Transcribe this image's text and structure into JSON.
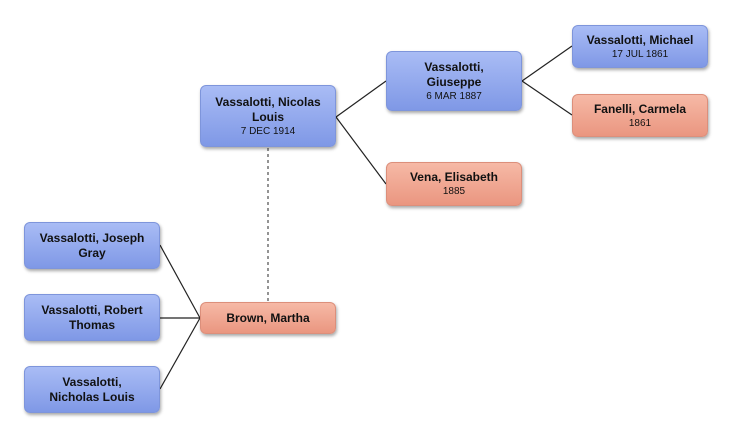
{
  "people": {
    "nicolas": {
      "name": "Vassalotti, Nicolas Louis",
      "date": "7 DEC 1914"
    },
    "giuseppe": {
      "name": "Vassalotti, Giuseppe",
      "date": "6 MAR 1887"
    },
    "michael": {
      "name": "Vassalotti, Michael",
      "date": "17 JUL 1861"
    },
    "carmela": {
      "name": "Fanelli, Carmela",
      "date": "1861"
    },
    "elisabeth": {
      "name": "Vena, Elisabeth",
      "date": "1885"
    },
    "martha": {
      "name": "Brown, Martha"
    },
    "joseph": {
      "name": "Vassalotti, Joseph Gray"
    },
    "robert": {
      "name": "Vassalotti, Robert Thomas"
    },
    "nicholas": {
      "name": "Vassalotti, Nicholas Louis"
    }
  },
  "colors": {
    "male": "#8fa6ec",
    "female": "#f0a58f",
    "line": "#222222",
    "spouse_line": "#666666"
  }
}
